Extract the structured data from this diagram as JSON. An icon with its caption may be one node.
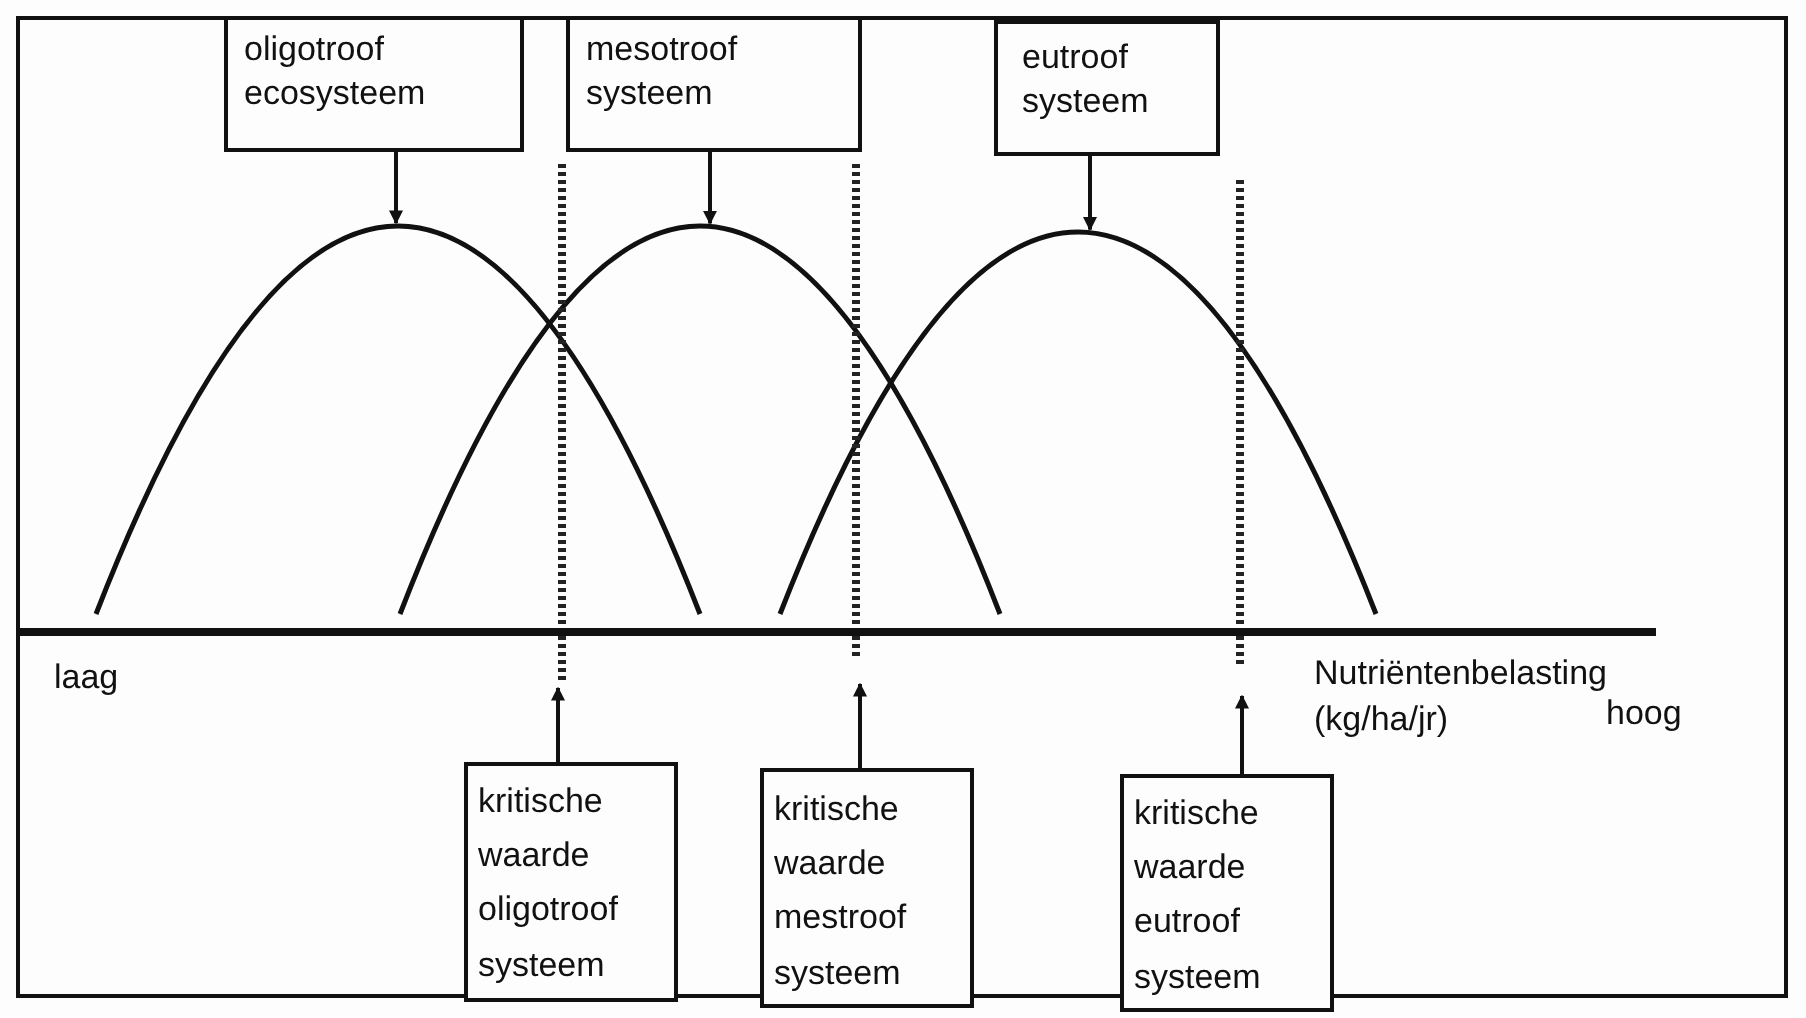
{
  "diagram": {
    "nodes": [
      {
        "text": [
          "oligotroof ecosysteem"
        ]
      },
      {
        "text": [
          "mesotroof systeem"
        ]
      },
      {
        "text": [
          "eutroof systeem"
        ]
      },
      {
        "text": [
          "kritische waarde oligotroof systeem"
        ]
      },
      {
        "text": [
          "kritische waarde mestroof systeem"
        ]
      },
      {
        "text": [
          "kritische waarde eutroof systeem"
        ]
      },
      {
        "text": [],
        "shape": "curve"
      },
      {
        "text": [],
        "shape": "curve"
      },
      {
        "text": [],
        "shape": "curve"
      }
    ],
    "edges": [
      {
        "from": 0,
        "to": 6,
        "arrow": "to"
      },
      {
        "from": 1,
        "to": 7,
        "arrow": "to"
      },
      {
        "from": 2,
        "to": 8,
        "arrow": "to"
      },
      {
        "from": 3,
        "to": null,
        "arrow": "to"
      },
      {
        "from": 4,
        "to": null,
        "arrow": "to"
      },
      {
        "from": 5,
        "to": null,
        "arrow": "to"
      }
    ],
    "labels": [
      "laag",
      "Nutriëntenbelasting (kg/ha/jr)",
      "hoog"
    ]
  }
}
